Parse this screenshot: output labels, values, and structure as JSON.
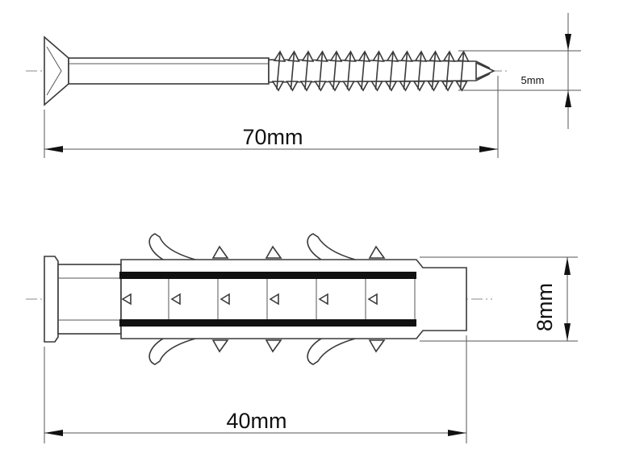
{
  "screw": {
    "length_label": "70mm",
    "diameter_label": "5mm"
  },
  "plug": {
    "length_label": "40mm",
    "diameter_label": "8mm"
  },
  "colors": {
    "line": "#3a3a3a",
    "fill": "#ffffff",
    "black_band": "#111111"
  }
}
